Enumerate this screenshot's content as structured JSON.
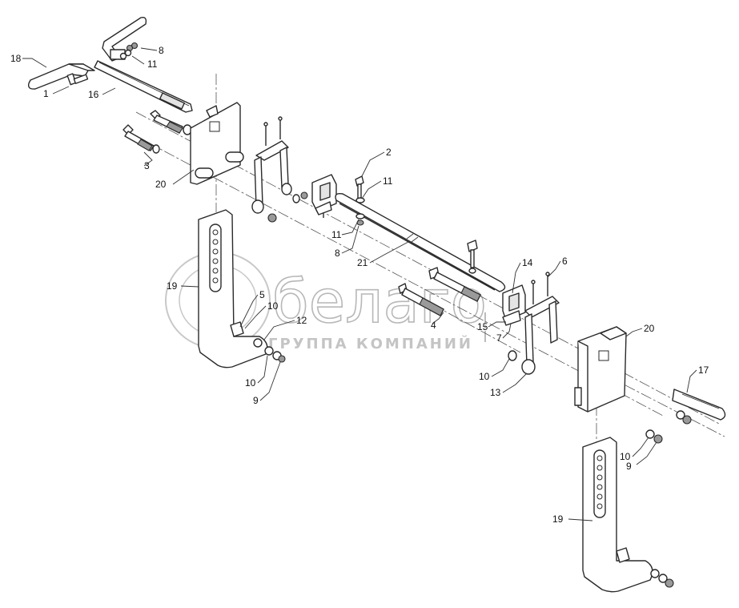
{
  "watermark": {
    "logo_text": "белаго",
    "subtitle": "ГРУППА КОМПАНИЙ"
  },
  "callouts": {
    "c18": "18",
    "c8a": "8",
    "c11a": "11",
    "c1": "1",
    "c16": "16",
    "c3": "3",
    "c20a": "20",
    "c2": "2",
    "c11b": "11",
    "c11c": "11",
    "c8b": "8",
    "c21": "21",
    "c14": "14",
    "c6": "6",
    "c19a": "19",
    "c5": "5",
    "c10a": "10",
    "c12": "12",
    "c4": "4",
    "c15": "15",
    "c7": "7",
    "c20b": "20",
    "c10b": "10",
    "c9a": "9",
    "c10c": "10",
    "c13": "13",
    "c17": "17",
    "c10d": "10",
    "c9b": "9",
    "c19b": "19"
  },
  "colors": {
    "line": "#2a2a2a",
    "watermark": "#b8b8b8"
  }
}
